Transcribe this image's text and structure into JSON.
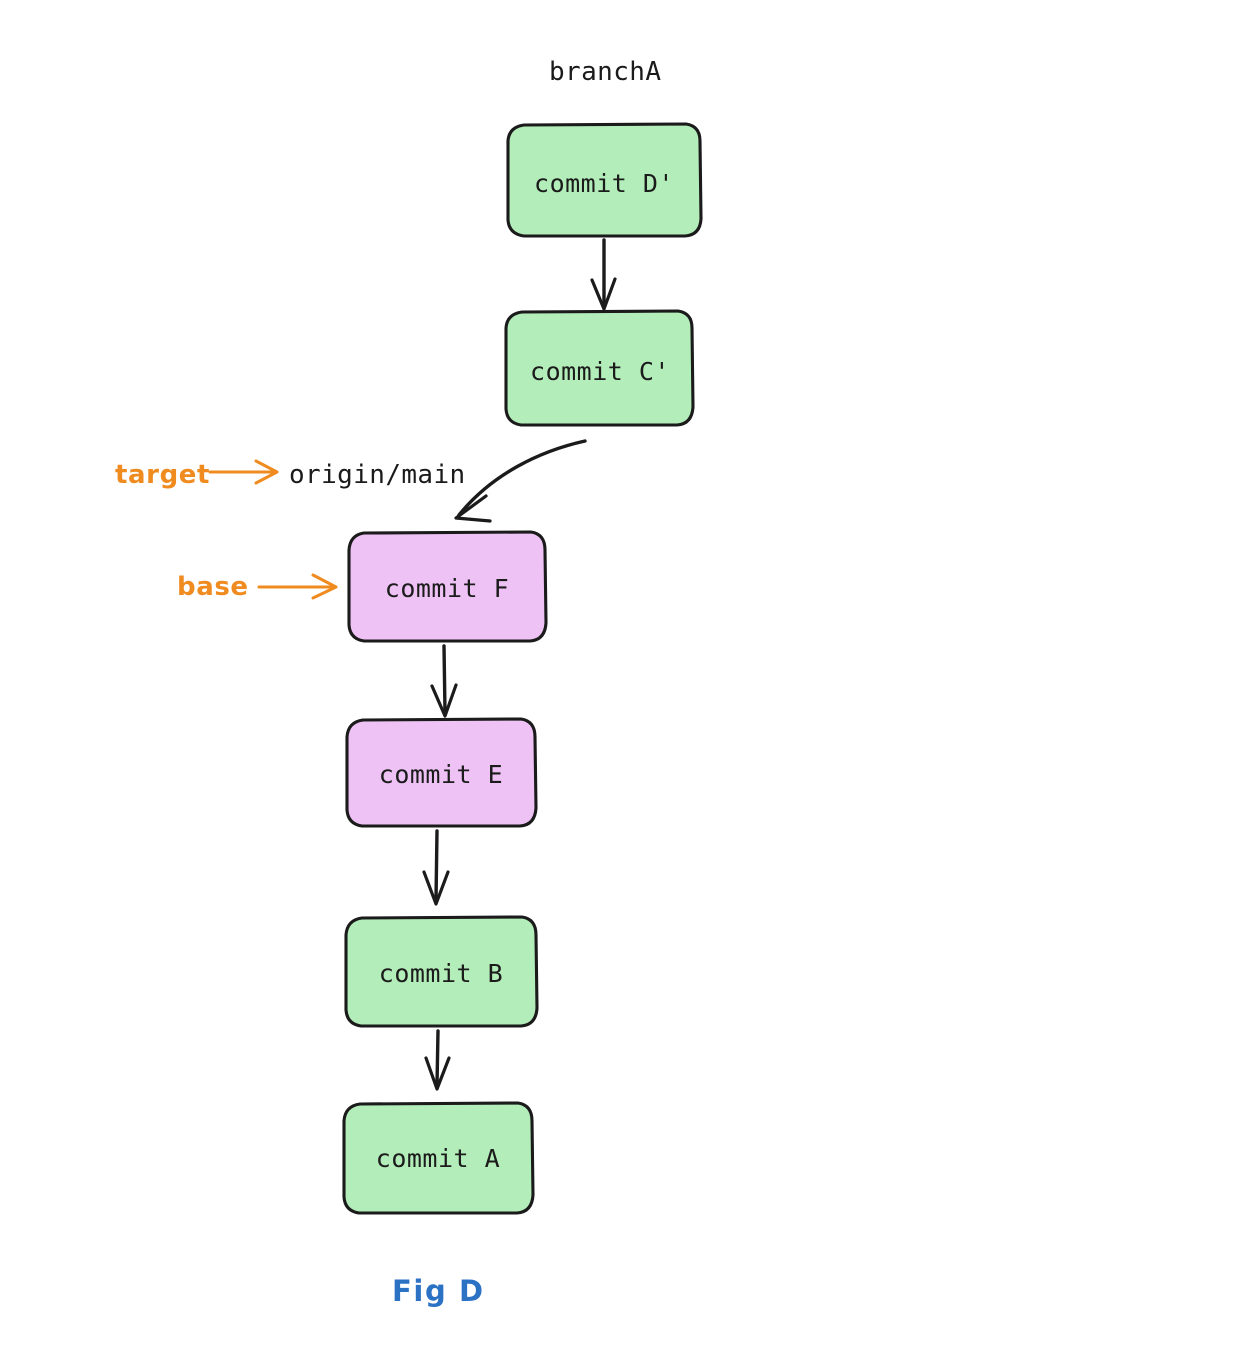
{
  "figure": {
    "caption": "Fig D",
    "caption_color": "#2b72c4",
    "background": "#ffffff"
  },
  "palette": {
    "green_fill": "#b3edb9",
    "violet_fill": "#eec2f5",
    "ink": "#1b1b1b",
    "annotation_orange": "#ef8b1f",
    "caption_blue": "#2b72c4"
  },
  "branch_labels": [
    {
      "id": "branchA",
      "text": "branchA"
    }
  ],
  "ref_labels": [
    {
      "id": "origin-main",
      "text": "origin/main"
    }
  ],
  "annotations": [
    {
      "id": "target",
      "text": "target",
      "points_to": "origin/main"
    },
    {
      "id": "base",
      "text": "base",
      "points_to": "commit F"
    }
  ],
  "commits": [
    {
      "id": "d-prime",
      "label": "commit D'",
      "fill": "green_fill",
      "branch": "branchA"
    },
    {
      "id": "c-prime",
      "label": "commit C'",
      "fill": "green_fill",
      "branch": "branchA"
    },
    {
      "id": "f",
      "label": "commit F",
      "fill": "violet_fill",
      "branch": "origin/main"
    },
    {
      "id": "e",
      "label": "commit E",
      "fill": "violet_fill",
      "branch": "origin/main"
    },
    {
      "id": "b",
      "label": "commit B",
      "fill": "green_fill",
      "branch": "origin/main"
    },
    {
      "id": "a",
      "label": "commit A",
      "fill": "green_fill",
      "branch": "origin/main"
    }
  ],
  "edges": [
    {
      "from": "d-prime",
      "to": "c-prime",
      "style": "straight"
    },
    {
      "from": "c-prime",
      "to": "f",
      "style": "curved"
    },
    {
      "from": "f",
      "to": "e",
      "style": "straight"
    },
    {
      "from": "e",
      "to": "b",
      "style": "straight"
    },
    {
      "from": "b",
      "to": "a",
      "style": "straight"
    }
  ]
}
